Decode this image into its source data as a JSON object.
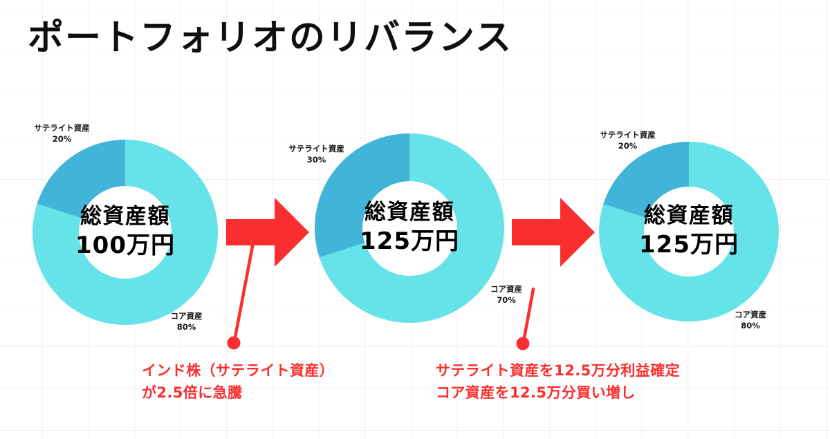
{
  "title": "ポートフォリオのリバランス",
  "colors": {
    "core": "#66E2E9",
    "satellite": "#41B4D7",
    "accent_red": "#FA2E2E",
    "background": "#FFFFFF",
    "grid": "#F0F0F0",
    "text": "#111111"
  },
  "charts": [
    {
      "id": "before",
      "center_title": "総資産額",
      "center_value": "100万円",
      "satellite_label": "サテライト資産",
      "satellite_pct": "20%",
      "core_label": "コア資産",
      "core_pct": "80%"
    },
    {
      "id": "after-surge",
      "center_title": "総資産額",
      "center_value": "125万円",
      "satellite_label": "サテライト資産",
      "satellite_pct": "30%",
      "core_label": "コア資産",
      "core_pct": "70%"
    },
    {
      "id": "after-rebalance",
      "center_title": "総資産額",
      "center_value": "125万円",
      "satellite_label": "サテライト資産",
      "satellite_pct": "20%",
      "core_label": "コア資産",
      "core_pct": "80%"
    }
  ],
  "annotations": [
    {
      "id": "surge-note",
      "line1": "インド株（サテライト資産）",
      "line2": "が2.5倍に急騰"
    },
    {
      "id": "rebalance-note",
      "line1": "サテライト資産を12.5万分利益確定",
      "line2": "コア資産を12.5万分買い増し"
    }
  ],
  "chart_data": {
    "type": "pie",
    "title": "ポートフォリオのリバランス",
    "xlabel": "",
    "ylabel": "",
    "legend_position": "callout-labels",
    "grid": true,
    "charts": [
      {
        "name": "総資産額 100万円",
        "total": 1000000,
        "total_label": "100万円",
        "categories": [
          "コア資産",
          "サテライト資産"
        ],
        "values": [
          80,
          20
        ],
        "value_labels": [
          "80%",
          "20%"
        ],
        "colors": [
          "#66E2E9",
          "#41B4D7"
        ],
        "start_angle_deg": 0,
        "direction": "clockwise",
        "inner_radius_ratio": 0.5
      },
      {
        "name": "総資産額 125万円",
        "total": 1250000,
        "total_label": "125万円",
        "categories": [
          "コア資産",
          "サテライト資産"
        ],
        "values": [
          70,
          30
        ],
        "value_labels": [
          "70%",
          "30%"
        ],
        "colors": [
          "#66E2E9",
          "#41B4D7"
        ],
        "start_angle_deg": 0,
        "direction": "clockwise",
        "inner_radius_ratio": 0.5
      },
      {
        "name": "総資産額 125万円",
        "total": 1250000,
        "total_label": "125万円",
        "categories": [
          "コア資産",
          "サテライト資産"
        ],
        "values": [
          80,
          20
        ],
        "value_labels": [
          "80%",
          "20%"
        ],
        "colors": [
          "#66E2E9",
          "#41B4D7"
        ],
        "start_angle_deg": 0,
        "direction": "clockwise",
        "inner_radius_ratio": 0.5
      }
    ],
    "transitions": [
      "インド株（サテライト資産）が2.5倍に急騰",
      "サテライト資産を12.5万分利益確定 / コア資産を12.5万分買い増し"
    ]
  }
}
